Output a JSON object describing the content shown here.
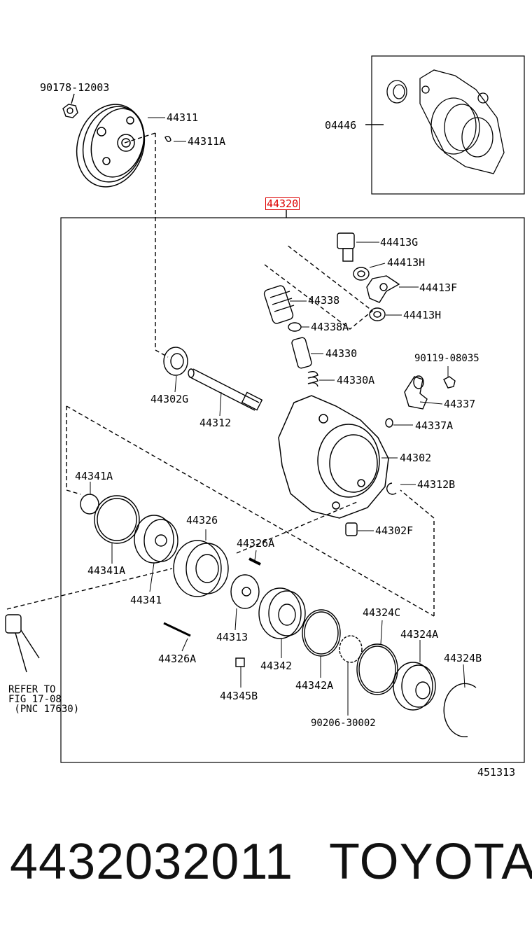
{
  "main_part_number": "44320",
  "figure_code": "451313",
  "callouts": {
    "c90178": "90178-12003",
    "c44311": "44311",
    "c44311A": "44311A",
    "c04446": "04446",
    "c44413G": "44413G",
    "c44413H_top": "44413H",
    "c44413F": "44413F",
    "c44413H_bot": "44413H",
    "c44338": "44338",
    "c44338A": "44338A",
    "c44330": "44330",
    "c44330A": "44330A",
    "c90119": "90119-08035",
    "c44337": "44337",
    "c44337A": "44337A",
    "c44302G": "44302G",
    "c44312": "44312",
    "c44302": "44302",
    "c44312B": "44312B",
    "c44341A_top": "44341A",
    "c44326": "44326",
    "c44326A_top": "44326A",
    "c44302F": "44302F",
    "c44341A_bot": "44341A",
    "c44341": "44341",
    "c44313": "44313",
    "c44324C": "44324C",
    "c44324A": "44324A",
    "c44324B": "44324B",
    "c44326A_bot": "44326A",
    "c44342": "44342",
    "c44342A": "44342A",
    "c44345B": "44345B",
    "c90206": "90206-30002"
  },
  "refer_note": "REFER TO\nFIG 17-08\n (PNC 17630)",
  "footer": {
    "part_number": "4432032011",
    "brand": "TOYOTA"
  }
}
